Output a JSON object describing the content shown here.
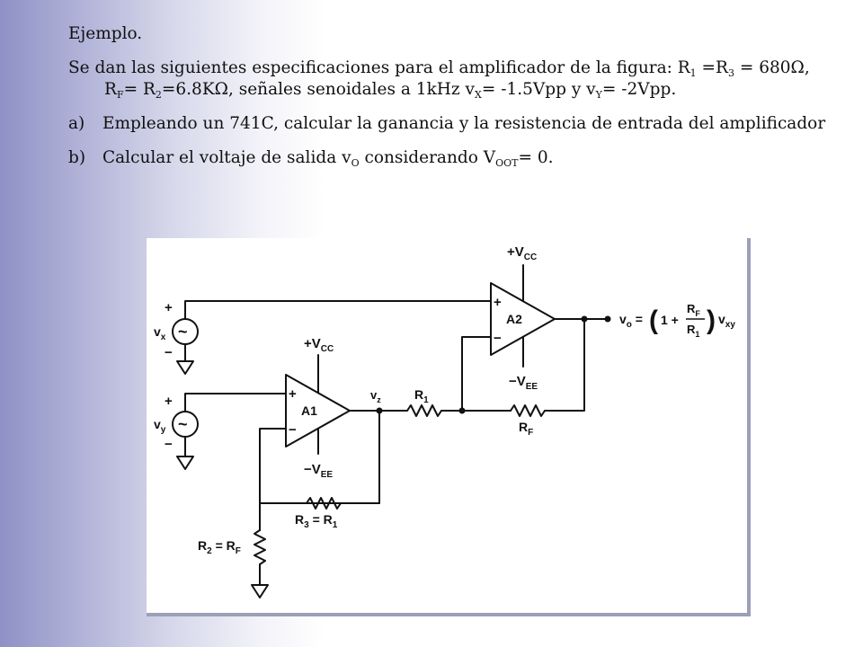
{
  "text": {
    "title": "Ejemplo.",
    "spec_a": "Se dan las siguientes especificaciones para el amplificador de la figura: R",
    "spec_sub1": "1",
    "spec_b": " =R",
    "spec_sub3": "3",
    "spec_c": " = 680Ω, R",
    "spec_subF": "F",
    "spec_d": "= R",
    "spec_sub2": "2",
    "spec_e": "=6.8KΩ, señales senoidales a 1kHz v",
    "spec_subX": "X",
    "spec_f": "= -1.5Vpp y v",
    "spec_subY": "Y",
    "spec_g": "= -2Vpp.",
    "item_a_label": "a)",
    "item_a": "Empleando un 741C, calcular la ganancia y la resistencia de entrada del amplificador",
    "item_b_label": "b)",
    "item_b_a": "Calcular el voltaje de salida v",
    "item_b_subO": "O",
    "item_b_b": " considerando V",
    "item_b_subOOT": "OOT",
    "item_b_c": "= 0."
  },
  "circuit": {
    "plus": "+",
    "minus": "−",
    "tilde": "~",
    "vcc_v": "+V",
    "vcc_sub": "CC",
    "vee_v": "−V",
    "vee_sub": "EE",
    "a1": "A1",
    "a2": "A2",
    "vx_v": "v",
    "vx_sub": "x",
    "vy_v": "v",
    "vy_sub": "y",
    "vz_v": "v",
    "vz_sub": "z",
    "r1_r": "R",
    "r1_sub": "1",
    "rf_r": "R",
    "rf_sub": "F",
    "r3_r": "R",
    "r3_sub": "3",
    "r3_eq": " = R",
    "r3_eq_sub": "1",
    "r2_r": "R",
    "r2_sub": "2",
    "r2_eq": " = R",
    "r2_eq_sub": "F",
    "out_v": "v",
    "out_sub": "o",
    "out_eq": " = ",
    "out_lparen": "(",
    "out_one": "1 +",
    "out_num": "R",
    "out_num_sub": "F",
    "out_den": "R",
    "out_den_sub": "1",
    "out_rparen": ")",
    "out_vxy": "v",
    "out_vxy_sub": "xy"
  },
  "colors": {
    "background_left": "#8f91c6",
    "figure_border": "#9c9fb8"
  }
}
